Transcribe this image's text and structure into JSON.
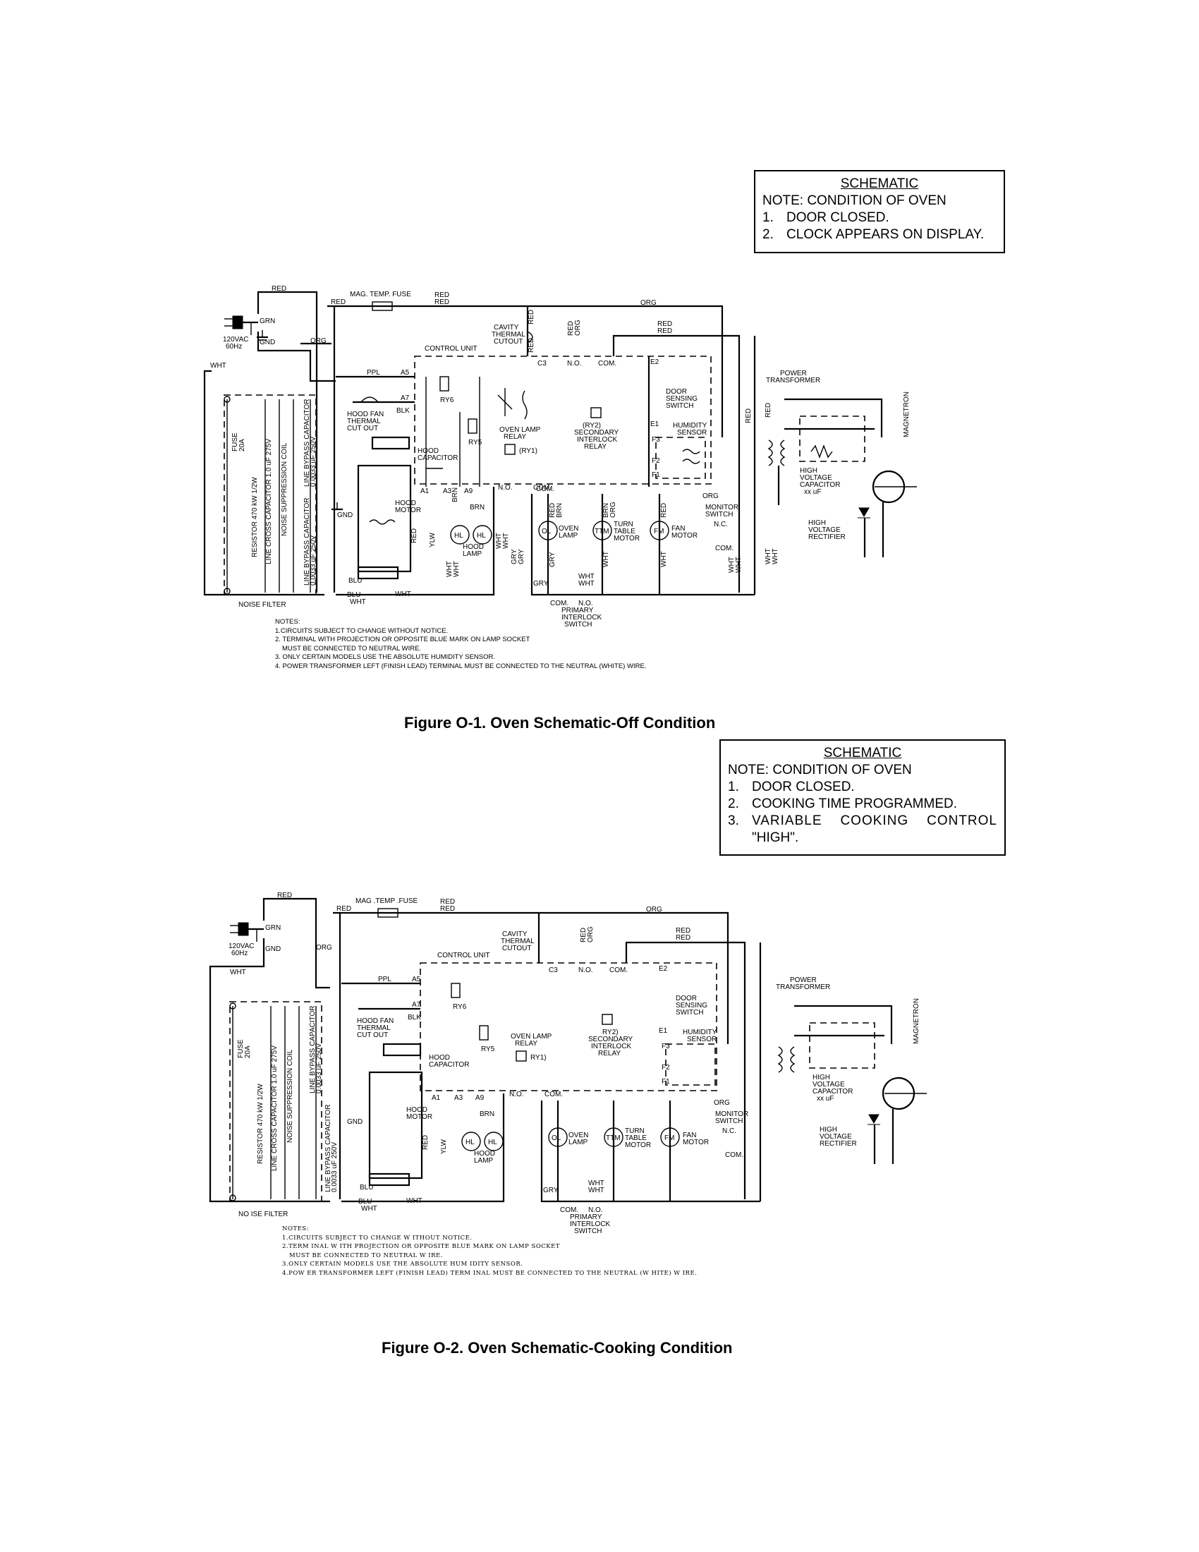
{
  "figure1": {
    "note": {
      "heading": "SCHEMATIC",
      "condition": "NOTE: CONDITION OF OVEN",
      "items": [
        {
          "num": "1.",
          "text": "DOOR CLOSED."
        },
        {
          "num": "2.",
          "text": "CLOCK APPEARS ON DISPLAY."
        }
      ]
    },
    "caption": "Figure O-1. Oven Schematic-Off Condition"
  },
  "figure2": {
    "note": {
      "heading": "SCHEMATIC",
      "condition": "NOTE: CONDITION OF OVEN",
      "items": [
        {
          "num": "1.",
          "text": "DOOR CLOSED."
        },
        {
          "num": "2.",
          "text": "COOKING TIME PROGRAMMED."
        },
        {
          "num": "3.",
          "text": "VARIABLE COOKING CONTROL"
        },
        {
          "num": "",
          "text": "\"HIGH\"."
        }
      ]
    },
    "caption": "Figure O-2. Oven Schematic-Cooking Condition"
  },
  "labels": {
    "red": "RED",
    "grn": "GRN",
    "gnd": "GND",
    "org": "ORG",
    "wht": "WHT",
    "ppl": "PPL",
    "blk": "BLK",
    "brn": "BRN",
    "ylw": "YLW",
    "gry": "GRY",
    "blu": "BLU",
    "blu_wht": "BLU WHT",
    "power_in": "120VAC",
    "freq": "60Hz",
    "mag_temp_fuse": "MAG. TEMP. FUSE",
    "mag_temp_fuse_2": "MAG .TEMP .FUSE",
    "red_red": "RED RED",
    "cavity": "CAVITY",
    "thermal": "THERMAL",
    "cutout": "CUTOUT",
    "control_unit": "CONTROL UNIT",
    "control_unit_2": "CONTROL UNIT",
    "a5": "A5",
    "a7": "A7",
    "a1": "A1",
    "a3": "A3",
    "a9": "A9",
    "c3": "C3",
    "e1": "E1",
    "e2": "E2",
    "f1": "F1",
    "f2": "F2",
    "f3": "F3",
    "no": "N.O.",
    "com": "COM.",
    "nc": "N.C.",
    "ry6": "RY6",
    "ry5": "RY5",
    "ry1": "(RY1)",
    "ry2": "(RY2)",
    "ry1_2": "RY1)",
    "ry2_2": "RY2)",
    "hood_fan": "HOOD FAN",
    "thermal_cut_out": "THERMAL",
    "cut_out": "CUT OUT",
    "hood_capacitor": "HOOD",
    "capacitor": "CAPACITOR",
    "hood_motor": "HOOD",
    "motor": "MOTOR",
    "hl": "HL",
    "hood_lamp": "HOOD",
    "lamp": "LAMP",
    "oven_lamp_relay": "OVEN LAMP",
    "relay": "RELAY",
    "secondary": "SECONDARY",
    "interlock": "INTERLOCK",
    "door": "DOOR",
    "sensing": "SENSING",
    "switch": "SWITCH",
    "humidity": "HUMIDITY",
    "sensor": "SENSOR",
    "ol": "OL",
    "oven": "OVEN",
    "ttm": "TTM",
    "turn": "TURN",
    "table": "TABLE",
    "fm": "FM",
    "fan": "FAN",
    "monitor": "MONITOR",
    "primary": "PRIMARY",
    "power": "POWER",
    "transformer": "TRANSFORMER",
    "magnetron": "MAGNETRON",
    "high": "HIGH",
    "voltage": "VOLTAGE",
    "xx_uf": "xx uF",
    "rectifier": "RECTIFIER",
    "fuse": "FUSE",
    "fuse_20a": "20A",
    "noise_filter": "NOISE FILTER",
    "noise_filter_2": "NO ISE FILTER",
    "resistor": "RESISTOR 470 kW 1/2W",
    "line_cross_cap": "LINE CROSS CAPACITOR 1.0 uF 275V",
    "noise_supp_coil": "NOISE SUPPRESSION COIL",
    "line_bypass_cap": "LINE BYPASS CAPACITOR",
    "line_bypass_val": "0.0033 uF 250V",
    "org_red": "ORG RED",
    "red_org": "RED ORG",
    "red_brn": "RED BRN",
    "brn_org": "BRN ORG",
    "wht_wht": "WHT WHT",
    "gry_gry": "GRY GRY"
  },
  "notes1": {
    "title": "NOTES:",
    "lines": [
      "1.CIRCUITS SUBJECT TO CHANGE WITHOUT NOTICE.",
      "2. TERMINAL WITH PROJECTION OR OPPOSITE BLUE MARK ON LAMP SOCKET",
      "    MUST BE CONNECTED TO NEUTRAL WIRE.",
      "3. ONLY CERTAIN MODELS USE THE ABSOLUTE HUMIDITY SENSOR.",
      "4. POWER TRANSFORMER LEFT (FINISH LEAD) TERMINAL MUST BE CONNECTED TO THE NEUTRAL (WHITE) WIRE."
    ]
  },
  "notes2": {
    "title": "NOTES:",
    "lines": [
      "1.CIRCUITS SUBJECT TO CHANGE W ITHOUT NOTICE.",
      "2.TERM INAL W ITH PROJECTION OR OPPOSITE BLUE MARK ON LAMP SOCKET",
      "   MUST BE CONNECTED TO NEUTRAL W IRE.",
      "3.ONLY CERTAIN MODELS USE THE ABSOLUTE HUM IDITY SENSOR.",
      "4.POW ER TRANSFORMER LEFT (FINISH LEAD) TERM INAL MUST BE CONNECTED TO THE NEUTRAL (W HITE) W IRE."
    ]
  }
}
